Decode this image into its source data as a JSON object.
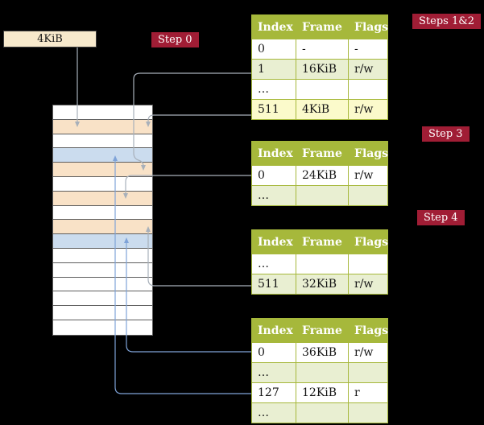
{
  "colors": {
    "background": "#000000",
    "badge_bg": "#a01d35",
    "badge_text": "#ffffff",
    "table_header_bg": "#a6b83b",
    "table_border": "#a6b83b",
    "row_white": "#ffffff",
    "row_green": "#e9efd2",
    "row_yellow": "#fbfacb",
    "mem_white": "#ffffff",
    "mem_peach": "#f9e2c7",
    "mem_blue": "#cbdcee",
    "box_bg": "#f7e9cc",
    "arrow_gray": "#a8b0ba",
    "arrow_blue": "#7fa3d8"
  },
  "labels": {
    "root_pointer": "4KiB",
    "step0": "Step 0",
    "steps12": "Steps 1&2",
    "step3": "Step 3",
    "step4": "Step 4"
  },
  "tables": [
    {
      "id": "table-steps-1-2",
      "headers": [
        "Index",
        "Frame",
        "Flags"
      ],
      "rows": [
        {
          "index": "0",
          "frame": "-",
          "flags": "-",
          "bg": "white"
        },
        {
          "index": "1",
          "frame": "16KiB",
          "flags": "r/w",
          "bg": "green"
        },
        {
          "index": "…",
          "frame": "",
          "flags": "",
          "bg": "white"
        },
        {
          "index": "511",
          "frame": "4KiB",
          "flags": "r/w",
          "bg": "yellow"
        }
      ]
    },
    {
      "id": "table-step-3",
      "headers": [
        "Index",
        "Frame",
        "Flags"
      ],
      "rows": [
        {
          "index": "0",
          "frame": "24KiB",
          "flags": "r/w",
          "bg": "white"
        },
        {
          "index": "…",
          "frame": "",
          "flags": "",
          "bg": "green"
        }
      ]
    },
    {
      "id": "table-step-4",
      "headers": [
        "Index",
        "Frame",
        "Flags"
      ],
      "rows": [
        {
          "index": "…",
          "frame": "",
          "flags": "",
          "bg": "white"
        },
        {
          "index": "511",
          "frame": "32KiB",
          "flags": "r/w",
          "bg": "green"
        }
      ]
    },
    {
      "id": "table-last-level",
      "headers": [
        "Index",
        "Frame",
        "Flags"
      ],
      "rows": [
        {
          "index": "0",
          "frame": "36KiB",
          "flags": "r/w",
          "bg": "white"
        },
        {
          "index": "…",
          "frame": "",
          "flags": "",
          "bg": "green"
        },
        {
          "index": "127",
          "frame": "12KiB",
          "flags": "r",
          "bg": "white"
        },
        {
          "index": "…",
          "frame": "",
          "flags": "",
          "bg": "green"
        }
      ]
    }
  ],
  "memory": {
    "rows": [
      "white",
      "peach",
      "white",
      "blue",
      "peach",
      "white",
      "peach",
      "white",
      "peach",
      "blue",
      "white",
      "white",
      "white",
      "white",
      "white",
      "white"
    ]
  }
}
